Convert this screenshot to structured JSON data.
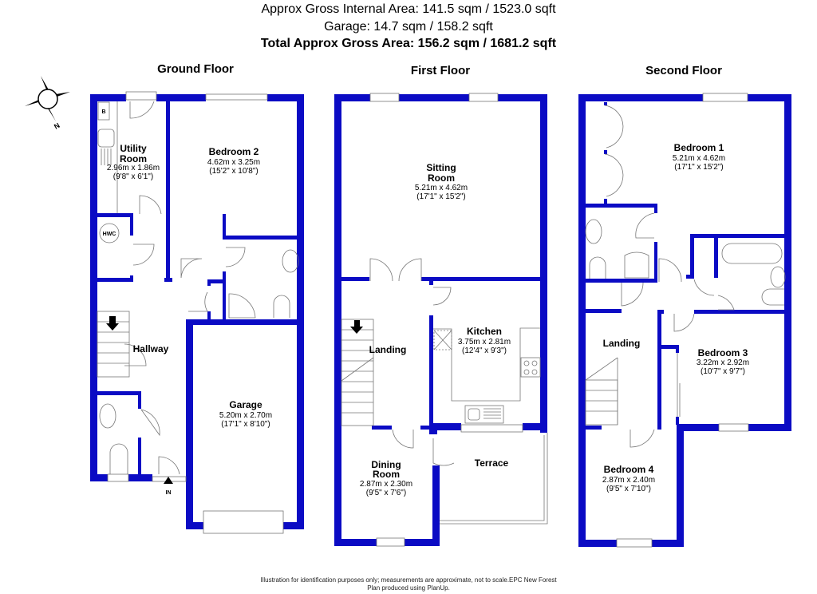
{
  "header": {
    "internal_area": "Approx Gross Internal Area: 141.5 sqm / 1523.0 sqft",
    "garage_area": "Garage: 14.7 sqm / 158.2 sqft",
    "total_area": "Total Approx Gross Area: 156.2 sqm / 1681.2 sqft"
  },
  "compass": {
    "label": "N"
  },
  "colors": {
    "wall": "#0b0bc4",
    "fixture_line": "#777777"
  },
  "floors": [
    {
      "title": "Ground Floor",
      "rooms": [
        {
          "name": "Utility",
          "name2": "Room",
          "dim_m": "2.96m x 1.86m",
          "dim_ft": "(9'8\" x 6'1\")"
        },
        {
          "name": "Bedroom 2",
          "dim_m": "4.62m x 3.25m",
          "dim_ft": "(15'2\" x 10'8\")"
        },
        {
          "name": "Hallway"
        },
        {
          "name": "Garage",
          "dim_m": "5.20m x 2.70m",
          "dim_ft": "(17'1\" x 8'10\")"
        }
      ],
      "labels": {
        "boiler": "B",
        "hwc": "HWC",
        "entrance": "IN"
      }
    },
    {
      "title": "First Floor",
      "rooms": [
        {
          "name": "Sitting",
          "name2": "Room",
          "dim_m": "5.21m x 4.62m",
          "dim_ft": "(17'1\" x 15'2\")"
        },
        {
          "name": "Landing"
        },
        {
          "name": "Kitchen",
          "dim_m": "3.75m x 2.81m",
          "dim_ft": "(12'4\" x 9'3\")"
        },
        {
          "name": "Dining",
          "name2": "Room",
          "dim_m": "2.87m x 2.30m",
          "dim_ft": "(9'5\" x 7'6\")"
        },
        {
          "name": "Terrace"
        }
      ]
    },
    {
      "title": "Second Floor",
      "rooms": [
        {
          "name": "Bedroom 1",
          "dim_m": "5.21m x 4.62m",
          "dim_ft": "(17'1\" x 15'2\")"
        },
        {
          "name": "Landing"
        },
        {
          "name": "Bedroom 3",
          "dim_m": "3.22m x 2.92m",
          "dim_ft": "(10'7\" x 9'7\")"
        },
        {
          "name": "Bedroom 4",
          "dim_m": "2.87m x 2.40m",
          "dim_ft": "(9'5\" x 7'10\")"
        }
      ]
    }
  ],
  "footer": {
    "line1": "Illustration for identification purposes only; measurements are approximate, not to scale.EPC New Forest",
    "line2": "Plan produced using PlanUp."
  }
}
